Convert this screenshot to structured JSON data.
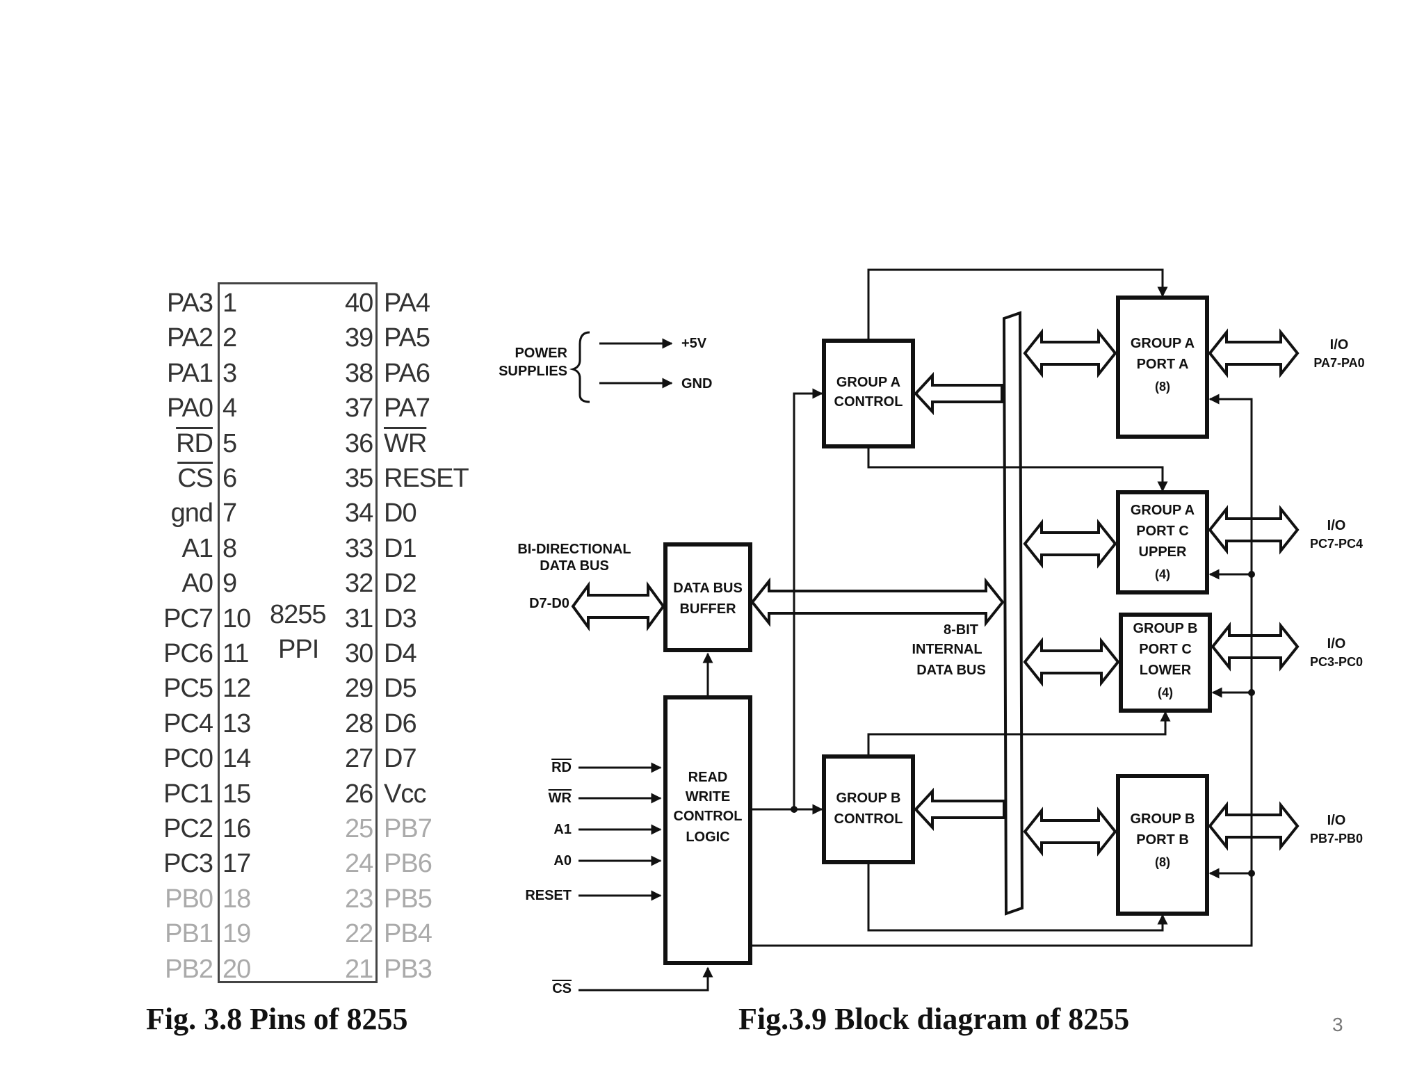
{
  "pins_left": [
    {
      "num": "1",
      "name": "PA3"
    },
    {
      "num": "2",
      "name": "PA2"
    },
    {
      "num": "3",
      "name": "PA1"
    },
    {
      "num": "4",
      "name": "PA0"
    },
    {
      "num": "5",
      "name": "RD",
      "overline": true
    },
    {
      "num": "6",
      "name": "CS",
      "overline": true
    },
    {
      "num": "7",
      "name": "gnd"
    },
    {
      "num": "8",
      "name": "A1"
    },
    {
      "num": "9",
      "name": "A0"
    },
    {
      "num": "10",
      "name": "PC7"
    },
    {
      "num": "11",
      "name": "PC6"
    },
    {
      "num": "12",
      "name": "PC5"
    },
    {
      "num": "13",
      "name": "PC4"
    },
    {
      "num": "14",
      "name": "PC0"
    },
    {
      "num": "15",
      "name": "PC1"
    },
    {
      "num": "16",
      "name": "PC2"
    },
    {
      "num": "17",
      "name": "PC3"
    },
    {
      "num": "18",
      "name": "PB0",
      "gray": true
    },
    {
      "num": "19",
      "name": "PB1",
      "gray": true
    },
    {
      "num": "20",
      "name": "PB2",
      "gray": true
    }
  ],
  "pins_right": [
    {
      "num": "40",
      "name": "PA4"
    },
    {
      "num": "39",
      "name": "PA5"
    },
    {
      "num": "38",
      "name": "PA6"
    },
    {
      "num": "37",
      "name": "PA7"
    },
    {
      "num": "36",
      "name": "WR",
      "overline": true
    },
    {
      "num": "35",
      "name": "RESET"
    },
    {
      "num": "34",
      "name": "D0"
    },
    {
      "num": "33",
      "name": "D1"
    },
    {
      "num": "32",
      "name": "D2"
    },
    {
      "num": "31",
      "name": "D3"
    },
    {
      "num": "30",
      "name": "D4"
    },
    {
      "num": "29",
      "name": "D5"
    },
    {
      "num": "28",
      "name": "D6"
    },
    {
      "num": "27",
      "name": "D7"
    },
    {
      "num": "26",
      "name": "Vcc"
    },
    {
      "num": "25",
      "name": "PB7",
      "gray": true
    },
    {
      "num": "24",
      "name": "PB6",
      "gray": true
    },
    {
      "num": "23",
      "name": "PB5",
      "gray": true
    },
    {
      "num": "22",
      "name": "PB4",
      "gray": true
    },
    {
      "num": "21",
      "name": "PB3",
      "gray": true
    }
  ],
  "chip": {
    "line1": "8255",
    "line2": "PPI"
  },
  "captions": {
    "pins": "Fig. 3.8  Pins of 8255",
    "block": "Fig.3.9  Block diagram of 8255"
  },
  "page_number": "3",
  "block": {
    "power_supplies": [
      "POWER",
      "SUPPLIES"
    ],
    "plus5v": "+5V",
    "gnd": "GND",
    "bidir_bus": [
      "BI-DIRECTIONAL",
      "DATA BUS"
    ],
    "d7d0": "D7-D0",
    "data_bus_buffer": [
      "DATA BUS",
      "BUFFER"
    ],
    "internal_bus": [
      "8-BIT",
      "INTERNAL",
      "DATA BUS"
    ],
    "rw_logic": [
      "READ",
      "WRITE",
      "CONTROL",
      "LOGIC"
    ],
    "group_a_control": [
      "GROUP A",
      "CONTROL"
    ],
    "group_b_control": [
      "GROUP B",
      "CONTROL"
    ],
    "group_a_port_a": [
      "GROUP A",
      "PORT A",
      "(8)"
    ],
    "group_a_port_c": [
      "GROUP A",
      "PORT C",
      "UPPER",
      "(4)"
    ],
    "group_b_port_c": [
      "GROUP B",
      "PORT C",
      "LOWER",
      "(4)"
    ],
    "group_b_port_b": [
      "GROUP B",
      "PORT B",
      "(8)"
    ],
    "io_pa": [
      "I/O",
      "PA7-PA0"
    ],
    "io_pc_upper": [
      "I/O",
      "PC7-PC4"
    ],
    "io_pc_lower": [
      "I/O",
      "PC3-PC0"
    ],
    "io_pb": [
      "I/O",
      "PB7-PB0"
    ],
    "ctrl_rd": "RD",
    "ctrl_wr": "WR",
    "ctrl_a1": "A1",
    "ctrl_a0": "A0",
    "ctrl_reset": "RESET",
    "ctrl_cs": "CS"
  }
}
